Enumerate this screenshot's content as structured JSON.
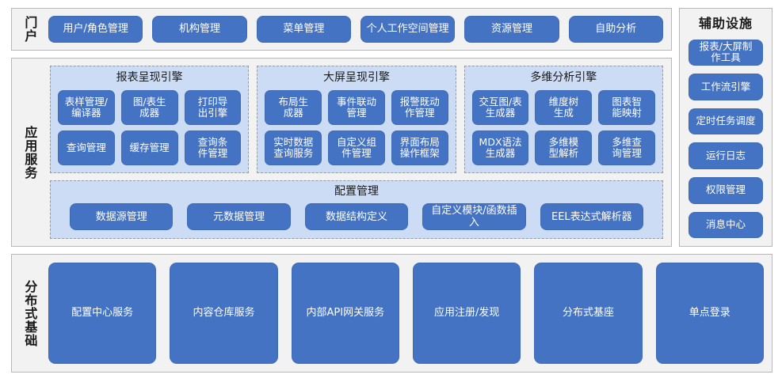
{
  "portal": {
    "label": "门户",
    "items": [
      "用户/角色管理",
      "机构管理",
      "菜单管理",
      "个人工作空间管理",
      "资源管理",
      "自助分析"
    ]
  },
  "app_services": {
    "label": "应用服务",
    "engines": [
      {
        "title": "报表呈现引擎",
        "rows": [
          [
            "表样管理/\n编译器",
            "图/表生\n成器",
            "打印导\n出引擎"
          ],
          [
            "查询管理",
            "缓存管理",
            "查询条\n件管理"
          ]
        ]
      },
      {
        "title": "大屏呈现引擎",
        "rows": [
          [
            "布局生\n成器",
            "事件联动\n管理",
            "报警既动\n作管理"
          ],
          [
            "实时数据\n查询服务",
            "自定义组\n件管理",
            "界面布局\n操作框架"
          ]
        ]
      },
      {
        "title": "多维分析引擎",
        "rows": [
          [
            "交互图/表\n生成器",
            "维度树\n生成",
            "图表智\n能映射"
          ],
          [
            "MDX语法\n生成器",
            "多维模\n型解析",
            "多维查\n询管理"
          ]
        ]
      }
    ],
    "config": {
      "title": "配置管理",
      "items": [
        "数据源管理",
        "元数据管理",
        "数据结构定义",
        "自定义模块/函数插入",
        "EEL表达式解析器"
      ]
    }
  },
  "aux": {
    "title": "辅助设施",
    "items": [
      "报表/大屏制\n作工具",
      "工作流引擎",
      "定时任务调度",
      "运行日志",
      "权限管理",
      "消息中心"
    ]
  },
  "infra": {
    "label": "分布式基础",
    "items": [
      "配置中心服务",
      "内容仓库服务",
      "内部API网关服务",
      "应用注册/发现",
      "分布式基座",
      "单点登录"
    ]
  },
  "colors": {
    "button_blue": "#4573c4",
    "panel_light_blue": "#ccdcf5",
    "section_gray": "#f2f2f2",
    "border_gray": "#b8b8b8"
  }
}
